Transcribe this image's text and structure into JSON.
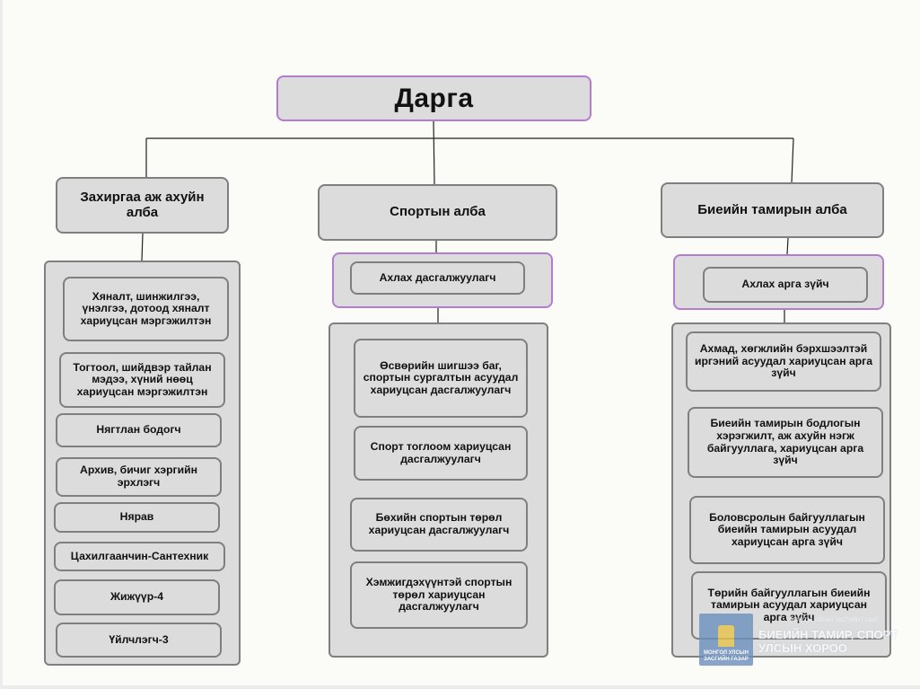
{
  "head": {
    "title": "Дарга"
  },
  "departments": [
    {
      "name": "Захиргаа аж ахуйн алба",
      "items": [
        "Хяналт, шинжилгээ, үнэлгээ, дотоод хяналт хариуцсан мэргэжилтэн",
        "Тогтоол, шийдвэр тайлан мэдээ, хүний нөөц хариуцсан мэргэжилтэн",
        "Нягтлан бодогч",
        "Архив, бичиг хэргийн эрхлэгч",
        "Нярав",
        "Цахилгаанчин-Сантехник",
        "Жижүүр-4",
        "Үйлчлэгч-3"
      ]
    },
    {
      "name": "Спортын алба",
      "lead": "Ахлах дасгалжуулагч",
      "items": [
        "Өсвөрийн шигшээ баг, спортын сургалтын асуудал хариуцсан дасгалжуулагч",
        "Спорт тоглоом хариуцсан дасгалжуулагч",
        "Бөхийн спортын төрөл хариуцсан дасгалжуулагч",
        "Хэмжигдэхүүнтэй спортын төрөл хариуцсан дасгалжуулагч"
      ]
    },
    {
      "name": "Биеийн тамирын алба",
      "lead": "Ахлах арга зүйч",
      "items": [
        "Ахмад, хөгжлийн бэрхшээлтэй иргэний асуудал хариуцсан арга зүйч",
        "Биеийн тамирын бодлогын хэрэгжилт, аж ахуйн нэгж байгууллага, хариуцсан арга зүйч",
        "Боловсролын байгууллагын биеийн тамирын асуудал хариуцсан арга зүйч",
        "Төрийн байгууллагын биеийн тамирын асуудал хариуцсан арга зүйч"
      ]
    }
  ],
  "watermark": {
    "emblem_text": "МОНГОЛ УЛСЫН ЗАСГИЙН ГАЗАР",
    "small_text": "МОНГОЛ УЛСЫН ЗАСГИЙН ГАЗАР",
    "name_line1": "БИЕИЙН ТАМИР, СПОРТ",
    "name_line2": "УЛСЫН ХОРОО"
  },
  "colors": {
    "box_fill": "#dcdcdc",
    "box_border": "#7f7f7f",
    "accent_border": "#b57bd1",
    "emblem": "#6b8fbd"
  }
}
